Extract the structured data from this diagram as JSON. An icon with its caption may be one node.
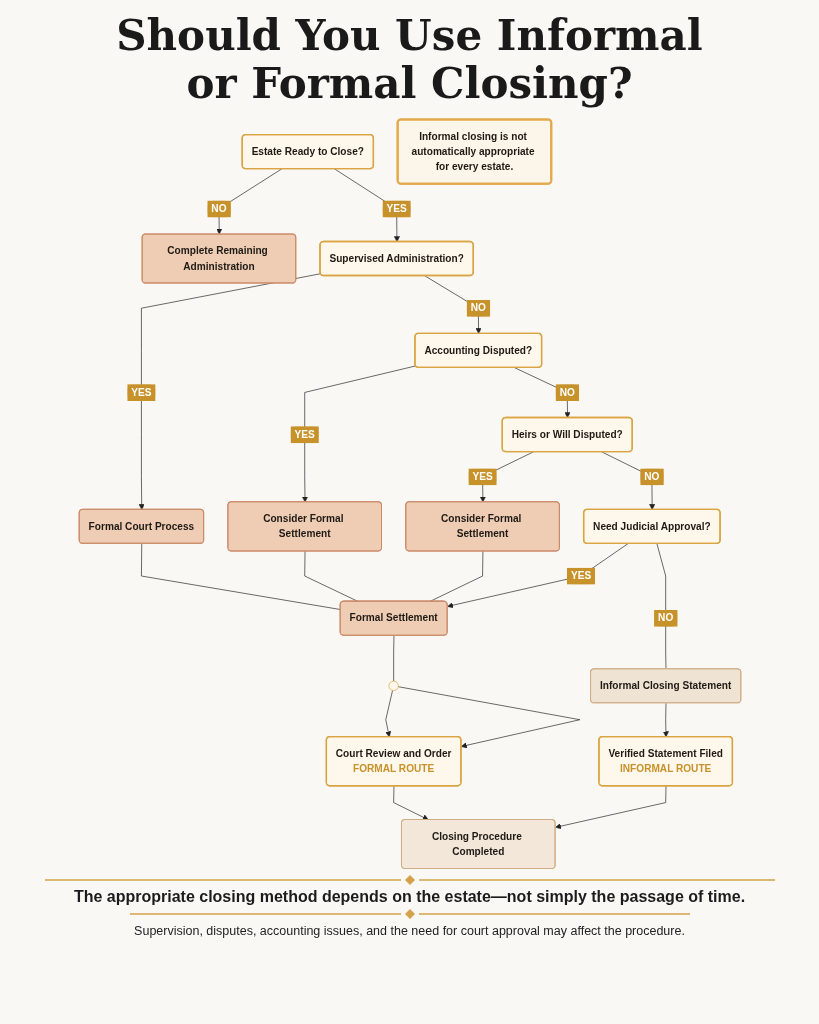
{
  "diagram": {
    "title": "Should You Use Informal or Formal Closing?",
    "caption": "The appropriate closing method depends on the estate—not simply the passage of time.",
    "nodes": [
      {
        "text": [
          "Estate Ready to Close?"
        ]
      },
      {
        "text": [
          "Complete Remaining Administration"
        ]
      },
      {
        "text": [
          "Supervised Administration?"
        ]
      },
      {
        "text": [
          "Formal Court Process"
        ]
      },
      {
        "text": [
          "Informal closing is not automatically appropriate for every estate."
        ]
      },
      {
        "text": [
          "Accounting Disputed?"
        ]
      },
      {
        "text": [
          "Consider Formal Settlement"
        ]
      },
      {
        "text": [
          "Heirs or Will Disputed?"
        ]
      },
      {
        "text": [
          "Consider Formal Settlement"
        ]
      },
      {
        "text": [
          "Need Judicial Approval?"
        ]
      },
      {
        "text": [
          "Formal Settlement"
        ]
      },
      {
        "text": [
          "Informal Closing Statement"
        ]
      },
      {
        "text": [],
        "shape": "circle"
      },
      {
        "text": [
          "Verified Statement Filed",
          "INFORMAL ROUTE"
        ]
      },
      {
        "text": [
          "Court Review and Order",
          "FORMAL ROUTE"
        ]
      },
      {
        "text": [
          "Closing Procedure Completed"
        ]
      }
    ],
    "edges": [
      {
        "from": 0,
        "to": 1,
        "arrow": "to",
        "label": "NO"
      },
      {
        "from": 0,
        "to": 2,
        "arrow": "to",
        "label": "YES"
      },
      {
        "from": 2,
        "to": 3,
        "arrow": "to",
        "label": "YES"
      },
      {
        "from": 2,
        "to": 5,
        "arrow": "to",
        "label": "NO"
      },
      {
        "from": 5,
        "to": 6,
        "arrow": "to",
        "label": "YES"
      },
      {
        "from": 5,
        "to": 7,
        "arrow": "to",
        "label": "NO"
      },
      {
        "from": 7,
        "to": 8,
        "arrow": "to",
        "label": "YES"
      },
      {
        "from": 7,
        "to": 9,
        "arrow": "to",
        "label": "NO"
      },
      {
        "from": 9,
        "to": 10,
        "arrow": "to",
        "label": "YES"
      },
      {
        "from": 9,
        "to": 11,
        "arrow": "none",
        "label": "NO"
      },
      {
        "from": 3,
        "to": 10,
        "arrow": "none"
      },
      {
        "from": 6,
        "to": 10,
        "arrow": "none"
      },
      {
        "from": 8,
        "to": 10,
        "arrow": "none"
      },
      {
        "from": 10,
        "to": 12,
        "arrow": "none"
      },
      {
        "from": 12,
        "to": 14,
        "arrow": "to"
      },
      {
        "from": 12,
        "to": 14,
        "arrow": "to"
      },
      {
        "from": 11,
        "to": 13,
        "arrow": "to"
      },
      {
        "from": 13,
        "to": 15,
        "arrow": "to"
      },
      {
        "from": 14,
        "to": 15,
        "arrow": "to"
      }
    ],
    "labels": [
      "Supervision, disputes, accounting issues, and the need for court approval may affect the procedure."
    ]
  }
}
